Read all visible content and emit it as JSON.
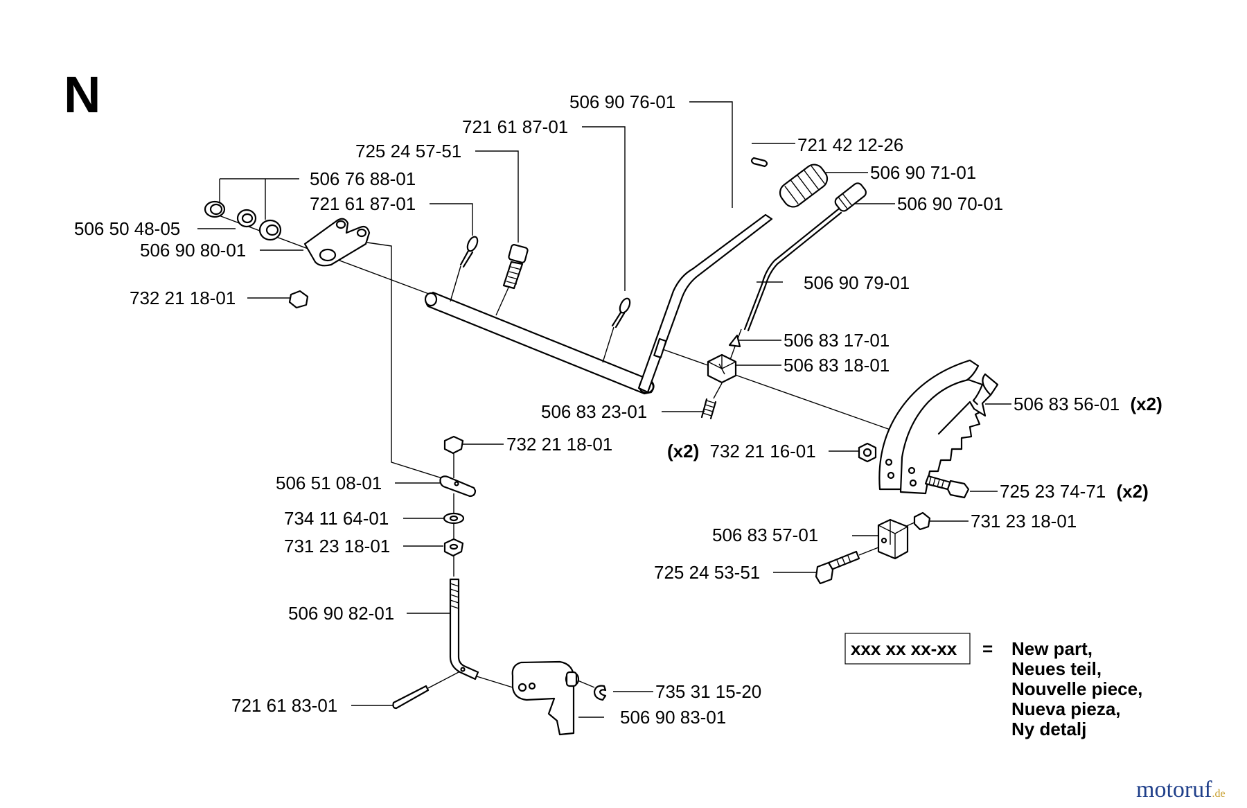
{
  "section_letter": "N",
  "part_labels": {
    "p1": "506 90 76-01",
    "p2": "721 61 87-01",
    "p3": "721 42 12-26",
    "p4": "725 24 57-51",
    "p5": "506 90 71-01",
    "p6": "506 76 88-01",
    "p7": "506 90 70-01",
    "p8": "721 61 87-01",
    "p9": "506 50 48-05",
    "p10": "506 90 80-01",
    "p11": "506 90 79-01",
    "p12": "732 21 18-01",
    "p13": "506 83 17-01",
    "p14": "506 83 18-01",
    "p15": "506 83 56-01",
    "p16": "506 83 23-01",
    "p17": "732 21 18-01",
    "p18": "732 21 16-01",
    "p19": "506 51 08-01",
    "p20": "725 23 74-71",
    "p21": "734 11 64-01",
    "p22": "731 23 18-01",
    "p23": "731 23 18-01",
    "p24": "506 83 57-01",
    "p25": "725 24 53-51",
    "p26": "506 90 82-01",
    "p27": "735 31 15-20",
    "p28": "721 61 83-01",
    "p29": "506 90 83-01"
  },
  "qty_label": "(x2)",
  "legend": {
    "placeholder": "xxx xx xx-xx",
    "equals": "=",
    "lines": [
      "New part,",
      "Neues teil,",
      "Nouvelle piece,",
      "Nueva pieza,",
      "Ny detalj"
    ]
  },
  "logo": {
    "main": "motoruf",
    "suffix": ".de",
    "color_dark": "#1f3f8a",
    "color_accent": "#c8a030"
  }
}
